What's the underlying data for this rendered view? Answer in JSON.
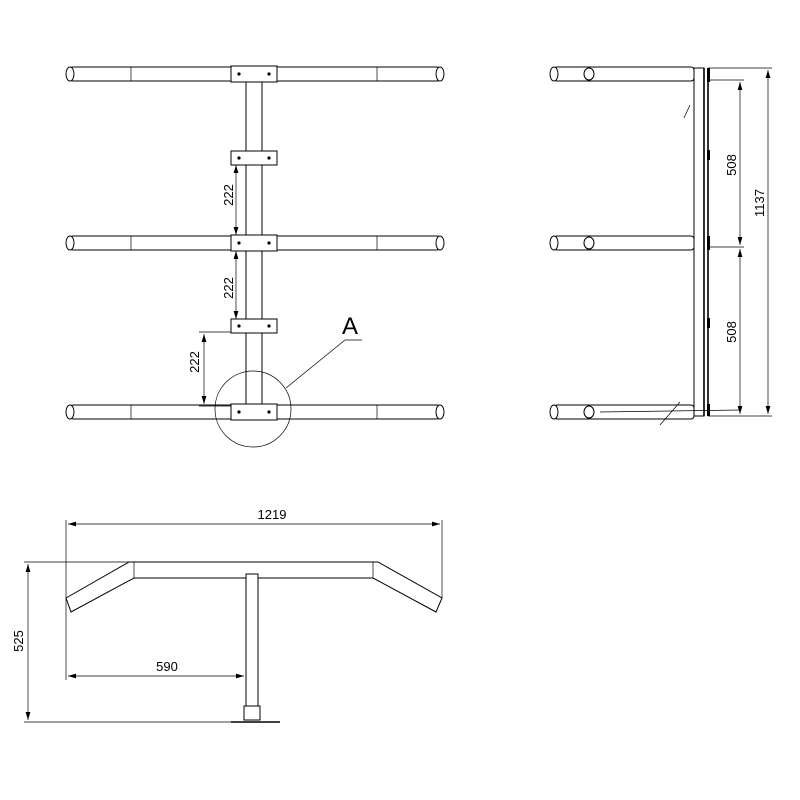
{
  "front_view": {
    "dim_spacing_1": "222",
    "dim_spacing_2": "222",
    "dim_spacing_3": "222",
    "detail_label": "A"
  },
  "side_view": {
    "dim_upper": "508",
    "dim_lower": "508",
    "dim_total": "1137"
  },
  "top_view": {
    "dim_width": "1219",
    "dim_offset": "590",
    "dim_depth": "525"
  }
}
